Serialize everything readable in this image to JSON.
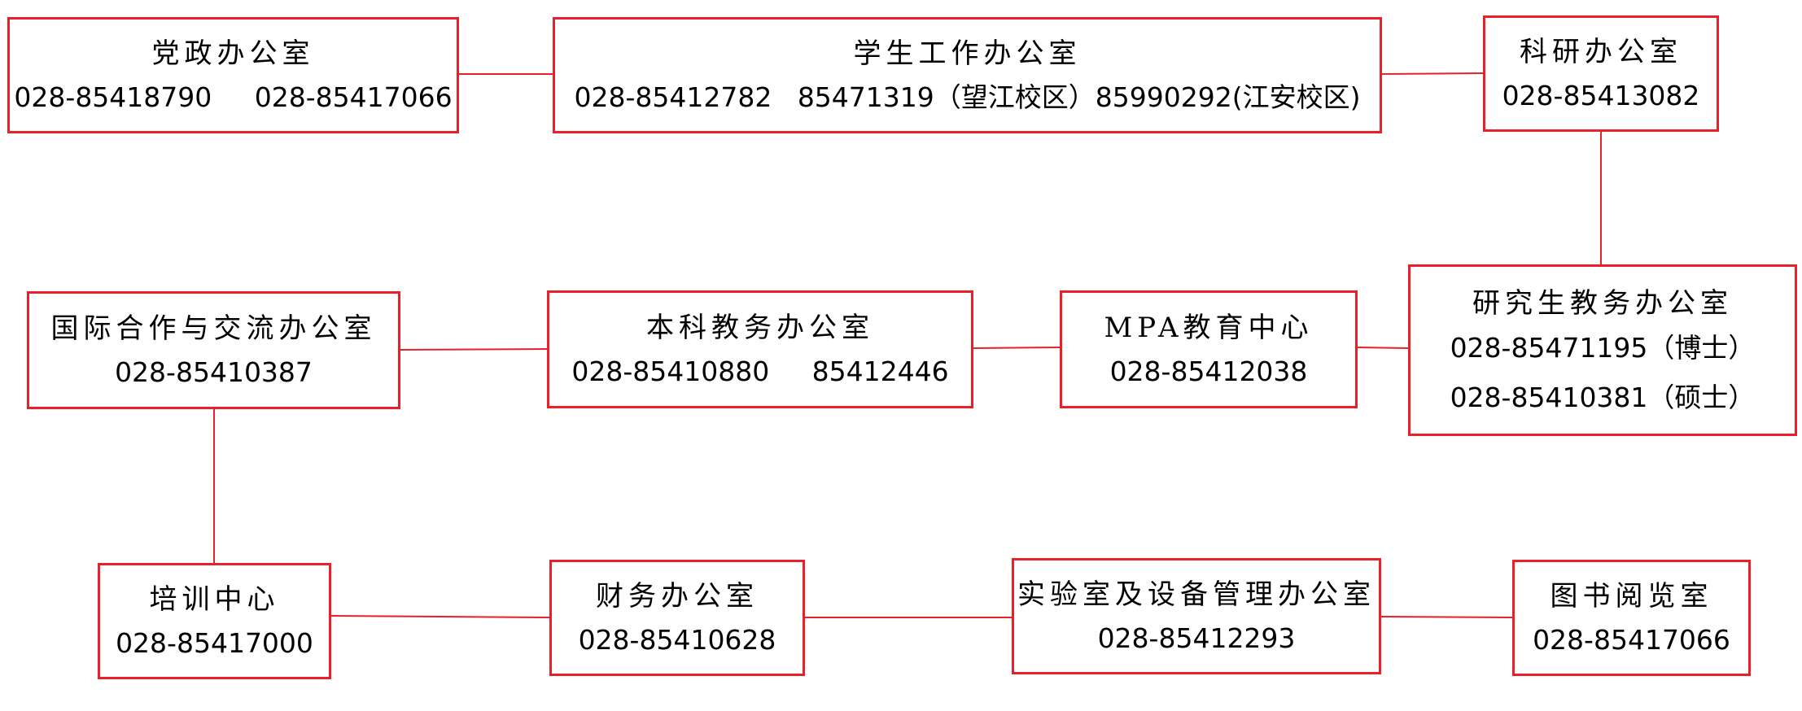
{
  "colors": {
    "border": "#e8202a",
    "connector": "#e8202a",
    "text": "#000000"
  },
  "offices": {
    "party_admin": {
      "name": "党政办公室",
      "phones": [
        "028-85418790     028-85417066"
      ]
    },
    "student_work": {
      "name": "学生工作办公室",
      "phones": [
        "028-85412782   85471319（望江校区）85990292(江安校区)"
      ]
    },
    "research": {
      "name": "科研办公室",
      "phones": [
        "028-85413082"
      ]
    },
    "international": {
      "name": "国际合作与交流办公室",
      "phones": [
        "028-85410387"
      ]
    },
    "undergrad": {
      "name": "本科教务办公室",
      "phones": [
        "028-85410880     85412446"
      ]
    },
    "mpa": {
      "name": "MPA教育中心",
      "phones": [
        "028-85412038"
      ]
    },
    "graduate": {
      "name": "研究生教务办公室",
      "phones": [
        "028-85471195（博士）",
        "028-85410381（硕士）"
      ]
    },
    "training": {
      "name": "培训中心",
      "phones": [
        "028-85417000"
      ]
    },
    "finance": {
      "name": "财务办公室",
      "phones": [
        "028-85410628"
      ]
    },
    "lab_equipment": {
      "name": "实验室及设备管理办公室",
      "phones": [
        "028-85412293"
      ]
    },
    "library": {
      "name": "图书阅览室",
      "phones": [
        "028-85417066"
      ]
    }
  }
}
